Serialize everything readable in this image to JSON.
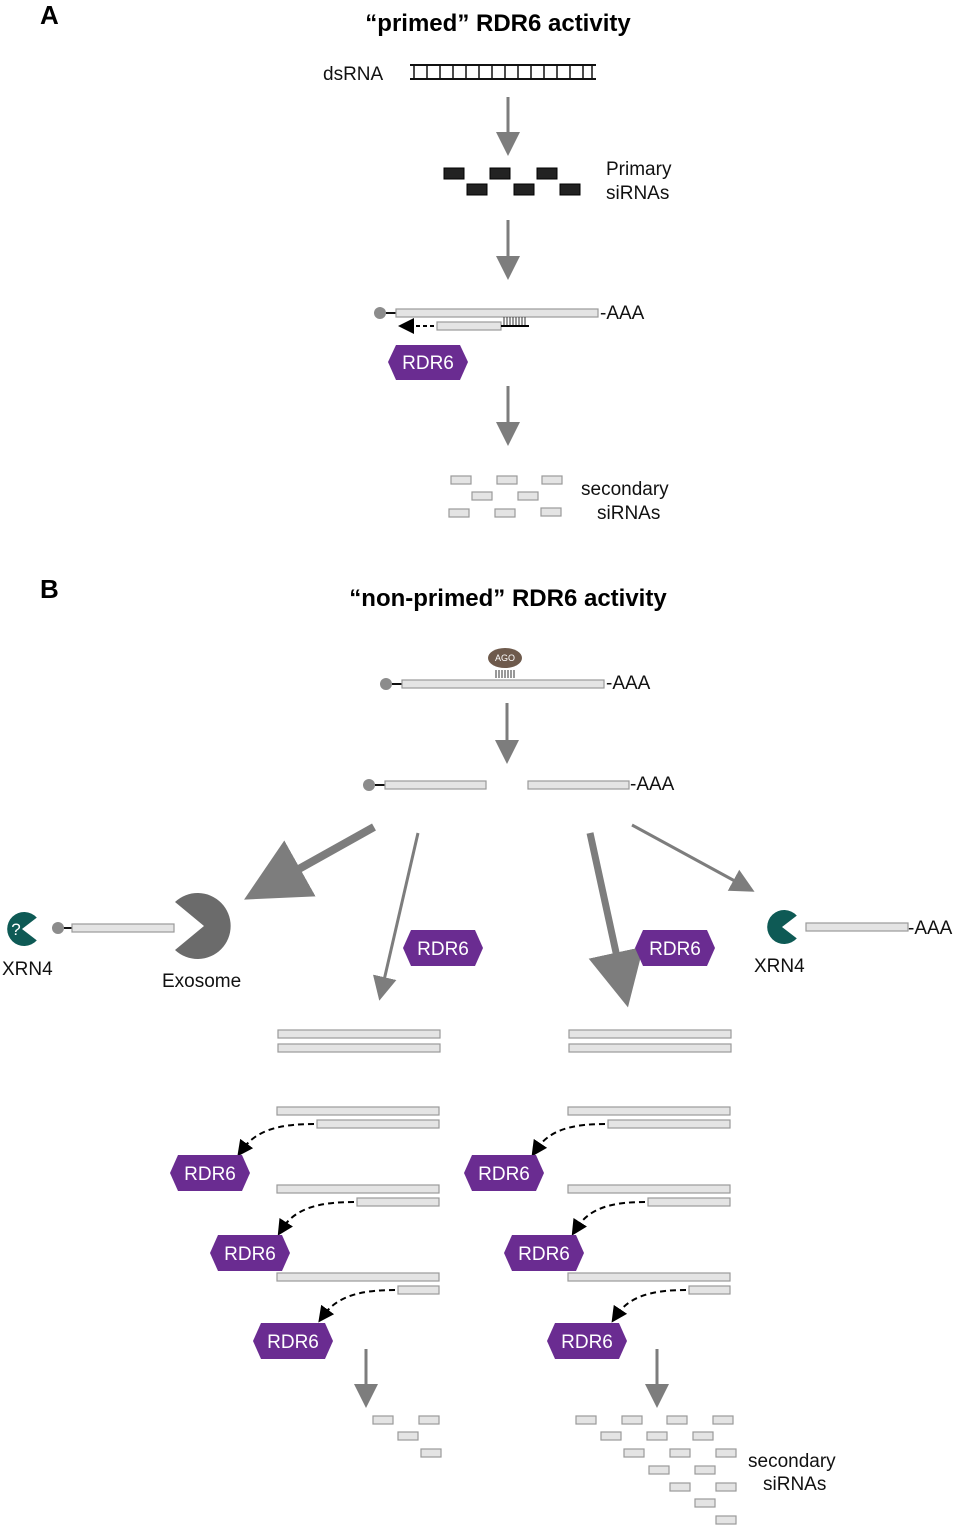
{
  "panels": {
    "a": {
      "letter": "A",
      "title": "“primed” RDR6 activity",
      "dsrna_label": "dsRNA",
      "primary_label_line1": "Primary",
      "primary_label_line2": "siRNAs",
      "polya_label": "-AAA",
      "enzyme_label": "RDR6",
      "secondary_label_line1": "secondary",
      "secondary_label_line2": "siRNAs"
    },
    "b": {
      "letter": "B",
      "title": "“non-primed” RDR6 activity",
      "ago_label": "AGO",
      "polya_label": "-AAA",
      "xrn4_label": "XRN4",
      "unknown_mark": "?",
      "exosome_label": "Exosome",
      "enzyme_label": "RDR6",
      "secondary_label_line1": "secondary",
      "secondary_label_line2": "siRNAs"
    }
  },
  "colors": {
    "rdr6": "#6a2c91",
    "xrn4": "#0e5a55",
    "exosome": "#6b6b6b",
    "ago": "#6e5a4c",
    "arrow": "#7d7d7d",
    "rna_fill": "#e4e4e4",
    "rna_stroke": "#9a9a9a",
    "primary_sirna": "#222222",
    "cap": "#8c8c8c"
  },
  "icons": [
    "rdr6-hexagon-icon",
    "xrn4-pacman-icon",
    "exosome-pacman-icon",
    "ago-protein-icon",
    "cap-dot-icon"
  ]
}
